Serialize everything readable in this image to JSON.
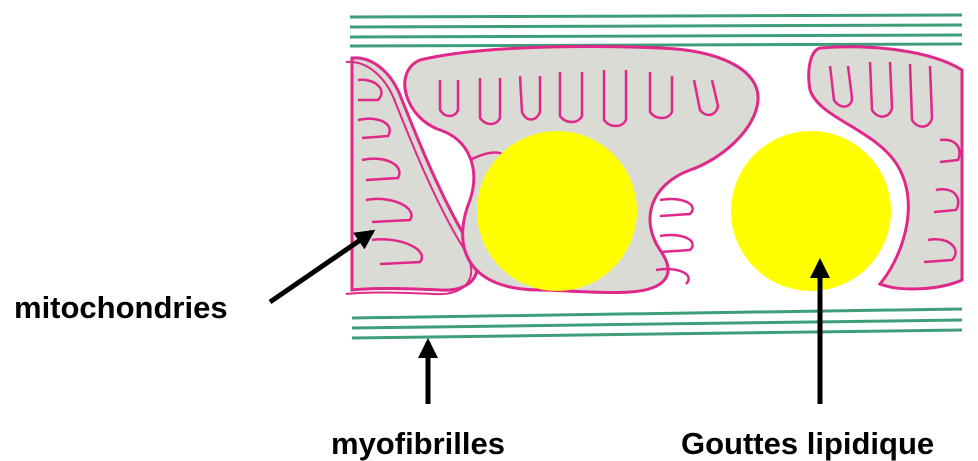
{
  "labels": {
    "mitochondria": "mitochondries",
    "myofibrils": "myofibrilles",
    "lipid_droplets": "Gouttes lipidique"
  },
  "colors": {
    "myofibril_line": "#3f9e7a",
    "mitochondria_membrane": "#e0288a",
    "mitochondria_matrix": "#d9dbd4",
    "lipid_droplet": "#ffff00",
    "arrow": "#000000"
  },
  "icons": {
    "pointer": "arrow"
  }
}
